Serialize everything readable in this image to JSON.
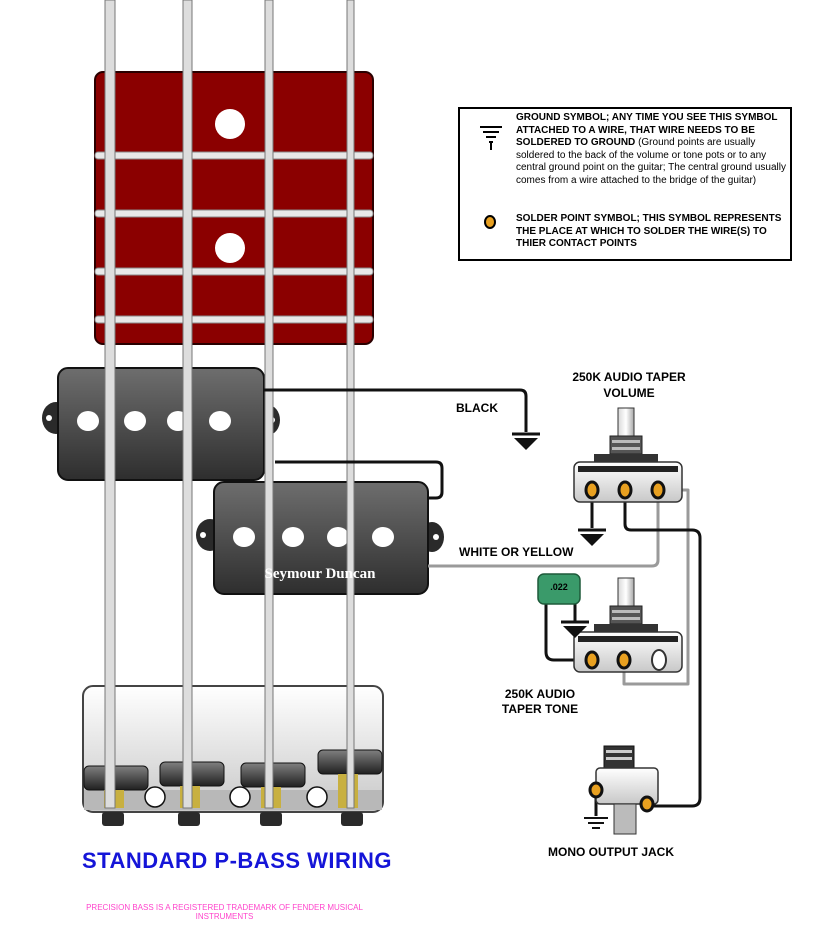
{
  "legend": {
    "ground_bold": "GROUND SYMBOL; ANY TIME YOU SEE THIS SYMBOL ATTACHED TO A WIRE, THAT WIRE NEEDS TO BE SOLDERED TO GROUND",
    "ground_note": "(Ground points are usually soldered to the back of the volume or tone pots or to any central ground point on the guitar; The central ground usually comes from a wire attached to the bridge of the guitar)",
    "solder_bold": "SOLDER POINT SYMBOL; THIS SYMBOL REPRESENTS THE PLACE AT WHICH TO SOLDER THE WIRE(S) TO THIER CONTACT POINTS"
  },
  "labels": {
    "volume_line1": "250K AUDIO TAPER",
    "volume_line2": "VOLUME",
    "tone_line1": "250K AUDIO",
    "tone_line2": "TAPER TONE",
    "black_wire": "BLACK",
    "white_wire": "WHITE OR YELLOW",
    "jack": "MONO OUTPUT JACK",
    "capacitor": ".022",
    "pickup_brand": "Seymour Duncan"
  },
  "title": "STANDARD P-BASS WIRING",
  "trademark": "PRECISION BASS IS A REGISTERED TRADEMARK OF FENDER MUSICAL INSTRUMENTS",
  "colors": {
    "fretboard": "#8b0000",
    "pickup": "#4a4a4a",
    "solder_point": "#e8a020",
    "white_wire": "#9a9a9a",
    "title": "#1515d8",
    "trademark": "#ff44cc",
    "capacitor": "#3a9a6a"
  }
}
